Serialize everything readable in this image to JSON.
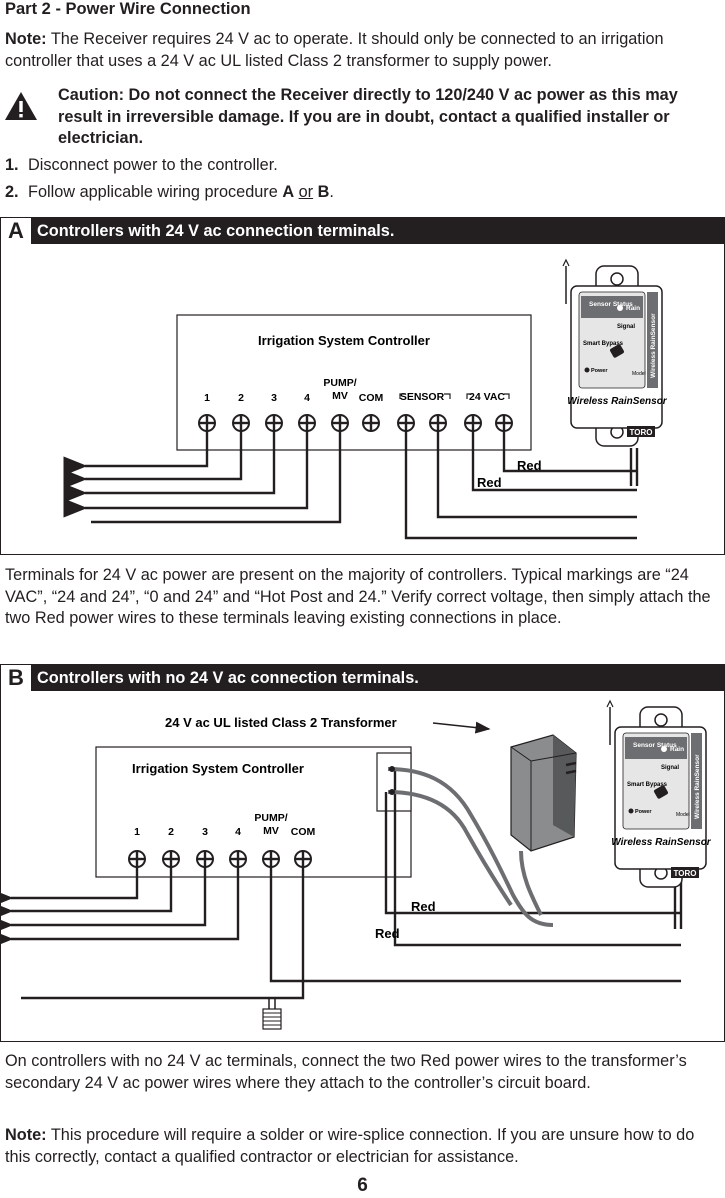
{
  "heading": "Part 2 - Power Wire Connection",
  "note1": {
    "label": "Note:",
    "text": " The Receiver requires 24 V ac to operate. It should only be connected to an irrigation controller that uses a 24 V ac UL listed Class 2 transformer to supply power."
  },
  "caution": "Caution: Do not connect the Receiver directly to 120/240 V ac power as this may result in irreversible damage. If you are in doubt, contact a qualified installer or electrician.",
  "steps": [
    {
      "num": "1.",
      "text": "Disconnect power to the controller."
    },
    {
      "num": "2.",
      "pre": "Follow applicable wiring procedure ",
      "a": "A",
      "or": "or",
      "b": "B",
      "post": "."
    }
  ],
  "panel_a": {
    "letter": "A",
    "title": "Controllers with 24 V ac connection terminals.",
    "controller_label": "Irrigation System Controller",
    "terminals": [
      "1",
      "2",
      "3",
      "4",
      "PUMP/",
      "MV",
      "COM",
      "SENSOR",
      "24 VAC"
    ],
    "wire_labels": [
      "Red",
      "Red"
    ],
    "device": {
      "status": "Sensor Status",
      "rain": "Rain",
      "signal": "Signal",
      "smart_bypass": "Smart Bypass",
      "power": "Power",
      "model": "Model",
      "brand": "Wireless RainSensor",
      "side": "Wireless RainSensor",
      "logo": "TORO"
    }
  },
  "para_terminals": "Terminals for 24 V ac power are present on the majority of controllers. Typical markings are “24 VAC”, “24 and 24”, “0 and 24” and “Hot Post and 24.” Verify correct voltage, then simply attach the two Red power wires to these terminals leaving existing connections in place.",
  "panel_b": {
    "letter": "B",
    "title": "Controllers with no 24 V ac connection terminals.",
    "transformer_label": "24 V ac UL listed Class 2 Transformer",
    "controller_label": "Irrigation System Controller",
    "terminals": [
      "1",
      "2",
      "3",
      "4",
      "PUMP/",
      "MV",
      "COM"
    ],
    "wire_labels": [
      "Red",
      "Red"
    ]
  },
  "para_b": "On controllers with no  24 V ac terminals, connect the two Red power wires to the transformer’s secondary 24 V ac power wires where they attach to the controller’s circuit board.",
  "note2": {
    "label": "Note:",
    "text": " This procedure will require a solder or wire-splice connection. If you are unsure how to do this correctly, contact a qualified contractor or electrician for assistance."
  },
  "page_number": "6"
}
